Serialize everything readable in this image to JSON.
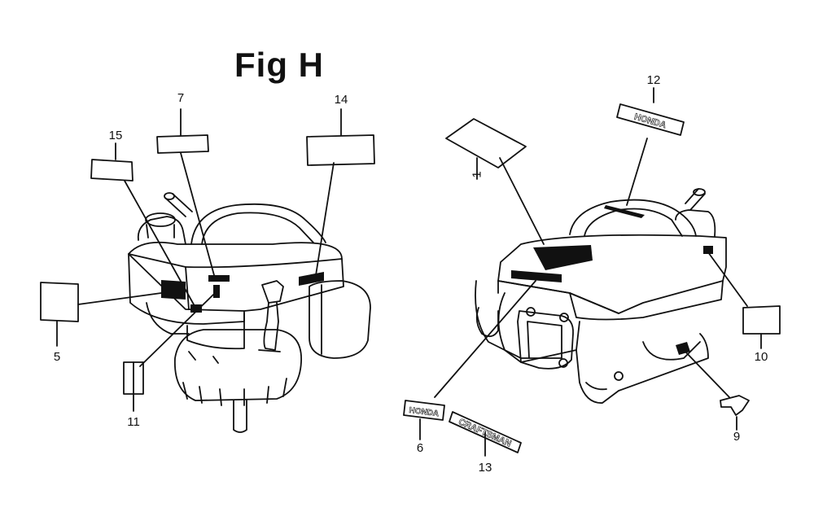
{
  "figure": {
    "title": "Fig H"
  },
  "callouts": [
    {
      "id": "c1",
      "label": "1"
    },
    {
      "id": "c5",
      "label": "5"
    },
    {
      "id": "c6",
      "label": "6"
    },
    {
      "id": "c7",
      "label": "7"
    },
    {
      "id": "c9",
      "label": "9"
    },
    {
      "id": "c10",
      "label": "10"
    },
    {
      "id": "c11",
      "label": "11"
    },
    {
      "id": "c12",
      "label": "12"
    },
    {
      "id": "c13",
      "label": "13"
    },
    {
      "id": "c14",
      "label": "14"
    },
    {
      "id": "c15",
      "label": "15"
    }
  ],
  "emblems": {
    "honda_small": "HONDA",
    "craftsman": "CRAFTSMAN",
    "honda_top": "HONDA"
  }
}
